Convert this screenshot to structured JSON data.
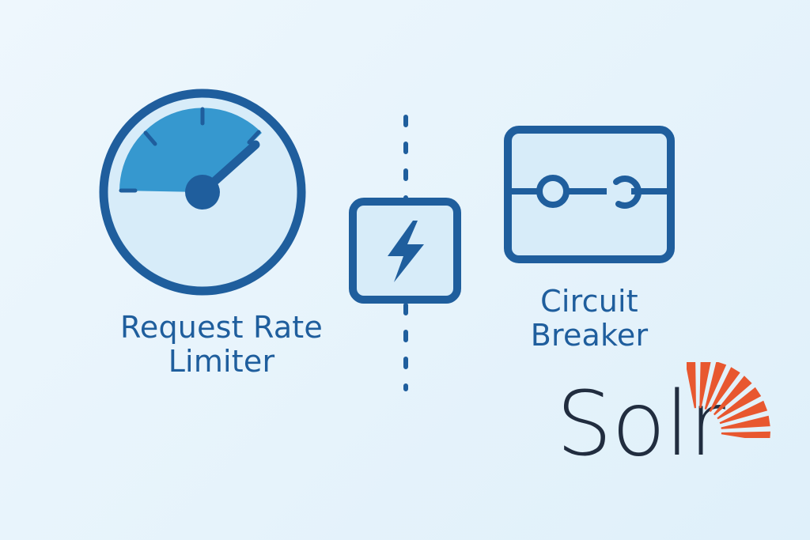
{
  "labels": {
    "rate_limiter": [
      "Request Rate",
      "Limiter"
    ],
    "circuit_breaker": [
      "Circuit",
      "Breaker"
    ]
  },
  "logo": {
    "wordmark": "Solr",
    "wordmark_color": "#212d3f",
    "sunburst_color": "#e8572f"
  },
  "colors": {
    "background": "#e9f5fc",
    "primary": "#1f5e9d",
    "accent": "#3698cf",
    "panel_fill": "#d7ecf9"
  },
  "icons": {
    "left": "speedometer-icon",
    "center": "lightning-bolt-icon",
    "right": "circuit-breaker-icon"
  }
}
